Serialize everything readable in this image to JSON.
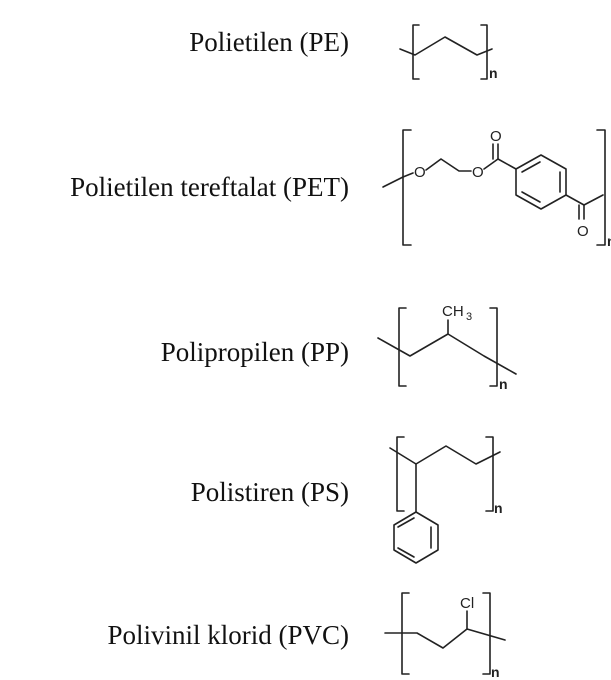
{
  "polymers": [
    {
      "id": "pe",
      "name": "Polietilen (PE)",
      "repeat": "n"
    },
    {
      "id": "pet",
      "name": "Polietilen tereftalat (PET)",
      "repeat": "n",
      "atoms": [
        "O",
        "O",
        "O",
        "O"
      ]
    },
    {
      "id": "pp",
      "name": "Polipropilen (PP)",
      "repeat": "n",
      "substituent": "CH",
      "substituent_sub": "3"
    },
    {
      "id": "ps",
      "name": "Polistiren (PS)",
      "repeat": "n"
    },
    {
      "id": "pvc",
      "name": "Polivinil klorid (PVC)",
      "repeat": "n",
      "substituent": "Cl"
    }
  ]
}
